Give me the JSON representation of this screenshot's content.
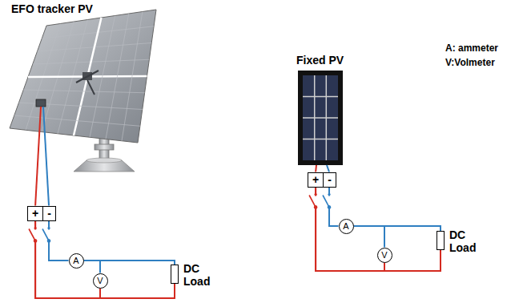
{
  "diagram": {
    "nodes": [
      {
        "text": [
          "+",
          "-"
        ]
      },
      {
        "text": [
          "A"
        ]
      },
      {
        "text": [
          "V"
        ]
      },
      {
        "text": [
          "DC Load"
        ]
      },
      {
        "text": [
          "+",
          "-"
        ]
      },
      {
        "text": [
          "A"
        ]
      },
      {
        "text": [
          "V"
        ]
      },
      {
        "text": [
          "DC Load"
        ]
      }
    ],
    "edges": [
      {
        "from": 0,
        "to": 1,
        "arrow": "none"
      },
      {
        "from": 1,
        "to": 3,
        "arrow": "none"
      },
      {
        "from": 1,
        "to": 2,
        "arrow": "none"
      },
      {
        "from": 0,
        "to": 3,
        "arrow": "none"
      },
      {
        "from": 0,
        "to": 2,
        "arrow": "none"
      },
      {
        "from": 4,
        "to": 5,
        "arrow": "none"
      },
      {
        "from": 5,
        "to": 7,
        "arrow": "none"
      },
      {
        "from": 5,
        "to": 6,
        "arrow": "none"
      },
      {
        "from": 4,
        "to": 7,
        "arrow": "none"
      },
      {
        "from": 4,
        "to": 6,
        "arrow": "none"
      }
    ],
    "labels": [
      "EFO tracker PV",
      "Fixed PV",
      "A: ammeter",
      "V:Volmeter"
    ]
  }
}
